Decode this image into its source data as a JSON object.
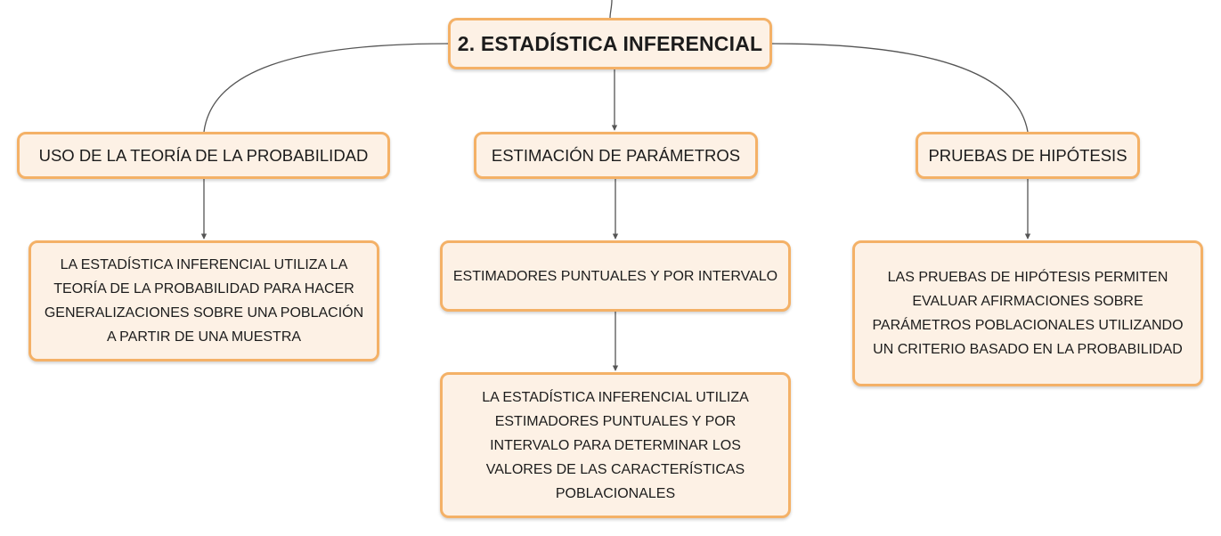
{
  "colors": {
    "node_fill": "#fdf1e5",
    "node_border": "#f4b167",
    "connector": "#555555"
  },
  "root": {
    "label": "2. ESTADÍSTICA INFERENCIAL"
  },
  "branches": [
    {
      "label": "USO DE LA TEORÍA DE LA PROBABILIDAD",
      "children": [
        "LA ESTADÍSTICA INFERENCIAL UTILIZA LA TEORÍA DE LA PROBABILIDAD PARA HACER GENERALIZACIONES SOBRE UNA POBLACIÓN A PARTIR DE UNA MUESTRA"
      ]
    },
    {
      "label": "ESTIMACIÓN DE PARÁMETROS",
      "children": [
        "ESTIMADORES PUNTUALES Y POR INTERVALO",
        "LA ESTADÍSTICA INFERENCIAL UTILIZA ESTIMADORES PUNTUALES Y POR INTERVALO PARA DETERMINAR LOS VALORES DE LAS CARACTERÍSTICAS POBLACIONALES"
      ]
    },
    {
      "label": "PRUEBAS DE HIPÓTESIS",
      "children": [
        "LAS PRUEBAS DE HIPÓTESIS PERMITEN EVALUAR AFIRMACIONES SOBRE PARÁMETROS POBLACIONALES UTILIZANDO UN CRITERIO BASADO EN LA PROBABILIDAD"
      ]
    }
  ]
}
